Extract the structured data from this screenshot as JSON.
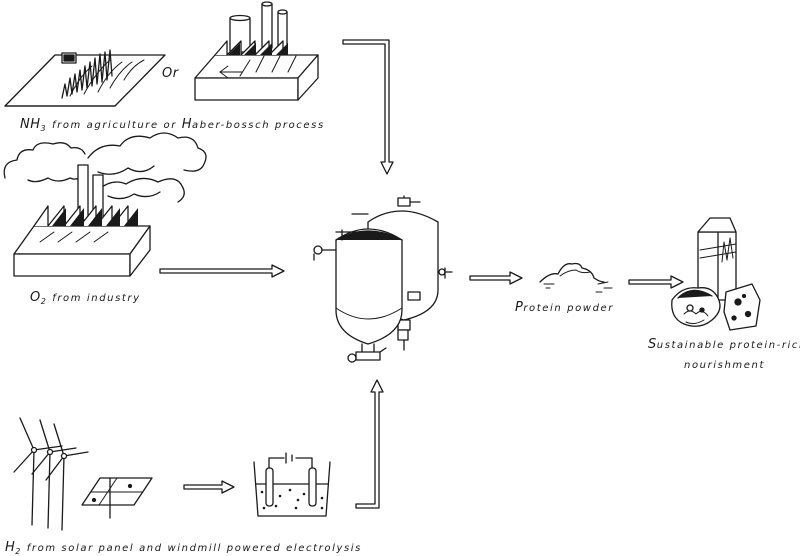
{
  "labels": {
    "nh3_or": "Or",
    "nh3_prefix": "NH",
    "nh3_sub": "3",
    "nh3_rest_a": " from agriculture or ",
    "nh3_H": "H",
    "nh3_rest_b": "aber-bossch process",
    "o2_prefix": "O",
    "o2_sub": "2",
    "o2_rest": " from industry",
    "h2_prefix": "H",
    "h2_sub": "2",
    "h2_rest": " from solar panel and windmill powered electrolysis",
    "protein_P": "P",
    "protein_rest": "rotein powder",
    "sustain_S": "S",
    "sustain_line1_rest": "ustainable protein-rich",
    "sustain_line2": "nourishment"
  },
  "colors": {
    "line": "#1a1a1a",
    "background": "#ffffff"
  }
}
